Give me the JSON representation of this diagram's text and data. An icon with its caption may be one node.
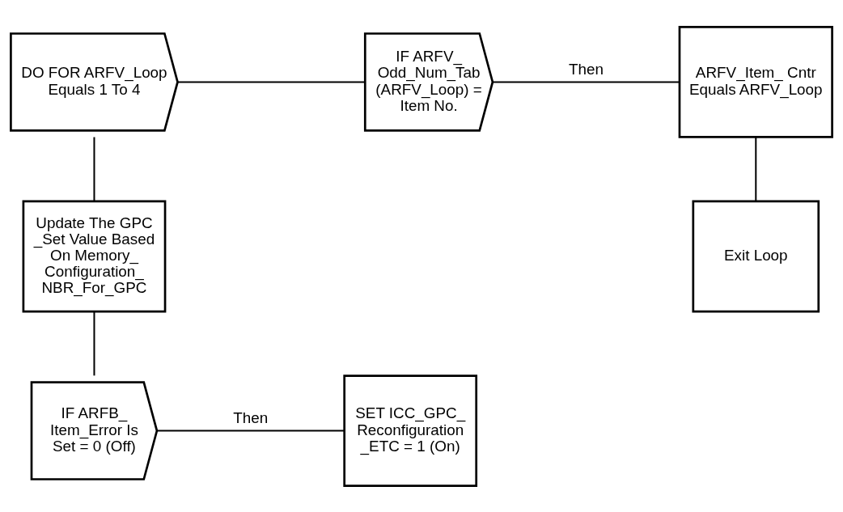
{
  "diagram": {
    "nodes": [
      {
        "text": [
          "DO FOR ARFV_Loop Equals 1 To 4"
        ]
      },
      {
        "text": [
          "IF ARFV_ Odd_Num_Tab (ARFV_Loop) = Item No."
        ]
      },
      {
        "text": [
          "ARFV_Item_ Cntr Equals ARFV_Loop"
        ]
      },
      {
        "text": [
          "Exit Loop"
        ]
      },
      {
        "text": [
          "Update The GPC _Set Value Based On Memory_ Configuration_ NBR_For_GPC"
        ]
      },
      {
        "text": [
          "IF ARFB_ Item_Error Is Set = 0 (Off)"
        ]
      },
      {
        "text": [
          "SET ICC_GPC_ Reconfiguration _ETC = 1 (On)"
        ]
      }
    ],
    "edges": [
      {
        "from": 0,
        "to": 1,
        "arrow": "none"
      },
      {
        "from": 1,
        "to": 2,
        "arrow": "none",
        "label": "Then"
      },
      {
        "from": 2,
        "to": 3,
        "arrow": "none"
      },
      {
        "from": 0,
        "to": 4,
        "arrow": "none"
      },
      {
        "from": 4,
        "to": 5,
        "arrow": "none"
      },
      {
        "from": 5,
        "to": 6,
        "arrow": "none",
        "label": "Then"
      }
    ]
  }
}
